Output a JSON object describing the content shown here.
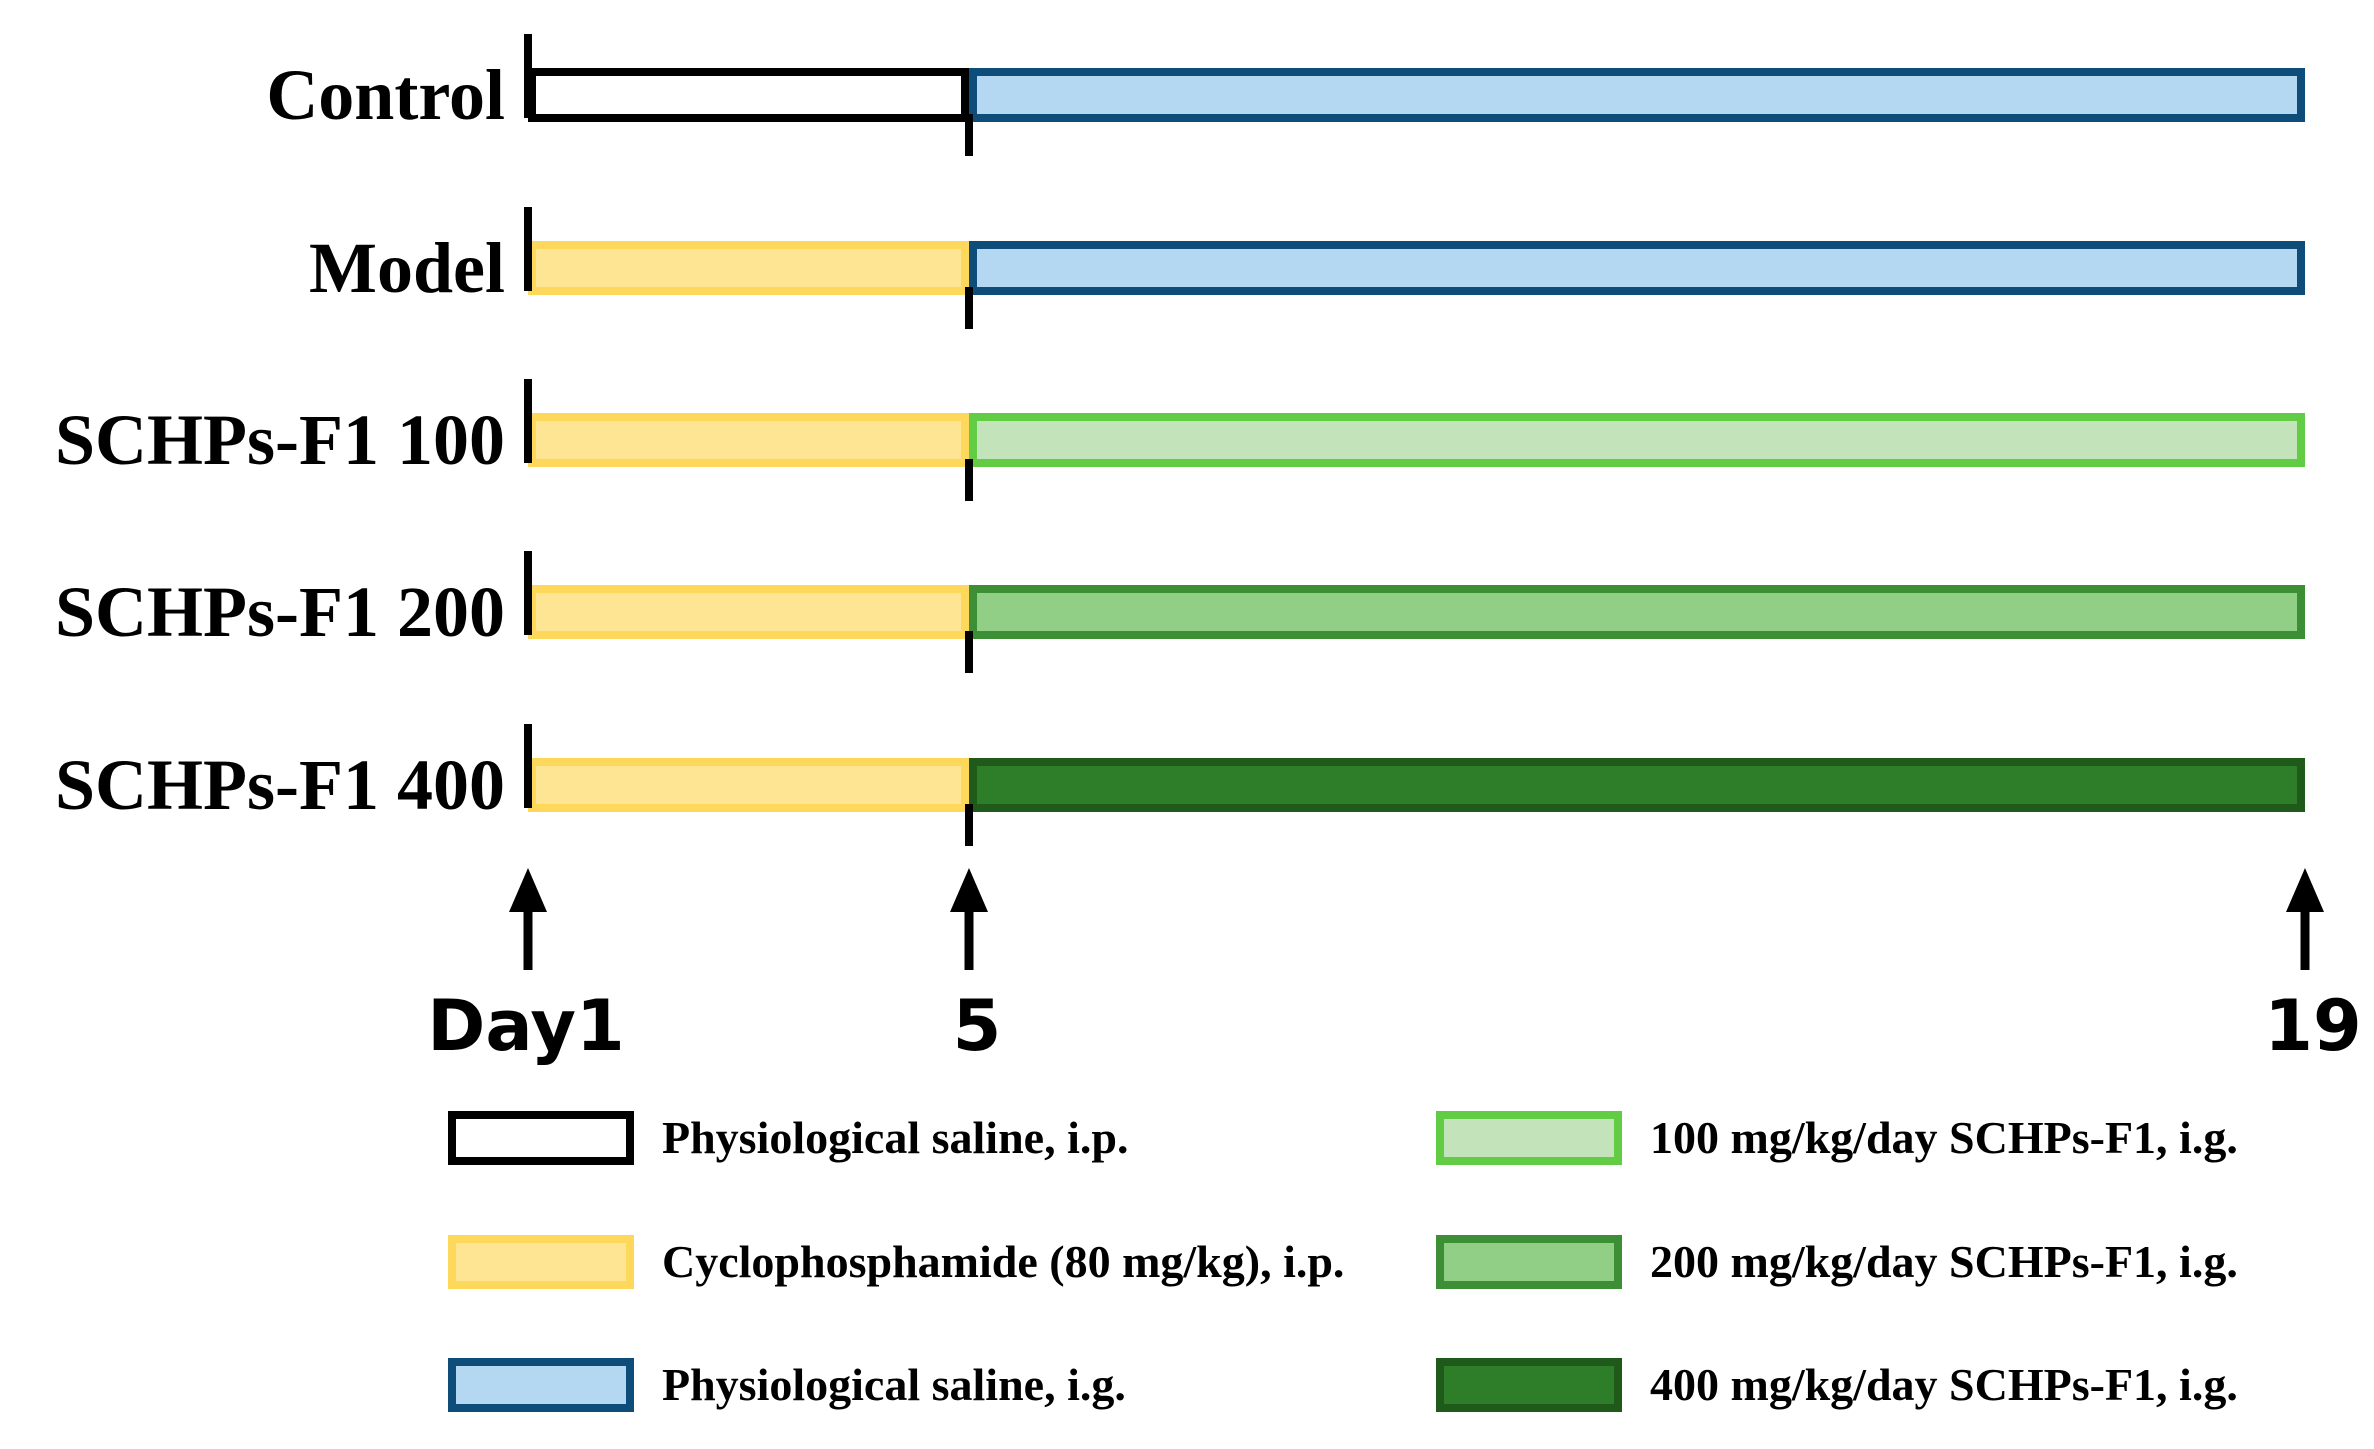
{
  "groups": [
    {
      "label": "Control",
      "phase1": "saline_ip",
      "phase2": "saline_ig"
    },
    {
      "label": "Model",
      "phase1": "cyclophosphamide_ip",
      "phase2": "saline_ig"
    },
    {
      "label": "SCHPs-F1 100",
      "phase1": "cyclophosphamide_ip",
      "phase2": "schps_100"
    },
    {
      "label": "SCHPs-F1 200",
      "phase1": "cyclophosphamide_ip",
      "phase2": "schps_200"
    },
    {
      "label": "SCHPs-F1 400",
      "phase1": "cyclophosphamide_ip",
      "phase2": "schps_400"
    }
  ],
  "timeline": {
    "days": [
      {
        "day": 1,
        "label": "Day1"
      },
      {
        "day": 5,
        "label": "5"
      },
      {
        "day": 19,
        "label": "19"
      }
    ]
  },
  "treatments": {
    "saline_ip": {
      "label": "Physiological saline, i.p.",
      "fill": "#ffffff",
      "stroke": "#000000"
    },
    "cyclophosphamide_ip": {
      "label": "Cyclophosphamide (80 mg/kg), i.p.",
      "fill": "#fde594",
      "stroke": "#fdd85a"
    },
    "saline_ig": {
      "label": "Physiological saline, i.g.",
      "fill": "#b4d7f2",
      "stroke": "#0e4d7a"
    },
    "schps_100": {
      "label": "100 mg/kg/day SCHPs-F1, i.g.",
      "fill": "#c3e4bb",
      "stroke": "#62cc45"
    },
    "schps_200": {
      "label": "200 mg/kg/day SCHPs-F1, i.g.",
      "fill": "#92cf86",
      "stroke": "#3c8f35"
    },
    "schps_400": {
      "label": "400 mg/kg/day SCHPs-F1, i.g.",
      "fill": "#2e7d28",
      "stroke": "#1f5a1b"
    }
  },
  "legend": {
    "left": [
      "saline_ip",
      "cyclophosphamide_ip",
      "saline_ig"
    ],
    "right": [
      "schps_100",
      "schps_200",
      "schps_400"
    ]
  }
}
